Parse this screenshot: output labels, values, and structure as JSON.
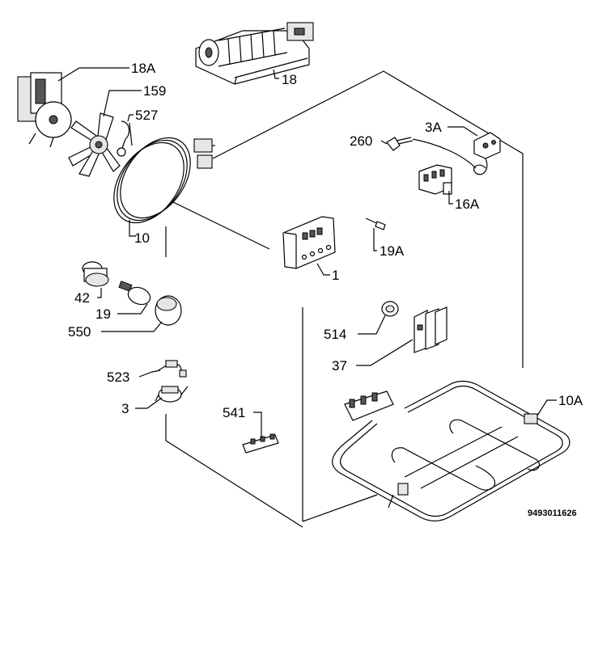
{
  "diagram": {
    "reference_number": "9493011626",
    "parts": {
      "p18A": "18A",
      "p159": "159",
      "p527": "527",
      "p18": "18",
      "p10": "10",
      "p260": "260",
      "p3A": "3A",
      "p16A": "16A",
      "p19A": "19A",
      "p1": "1",
      "p42": "42",
      "p19": "19",
      "p550": "550",
      "p514": "514",
      "p37": "37",
      "p523": "523",
      "p3": "3",
      "p541": "541",
      "p10A": "10A"
    }
  }
}
